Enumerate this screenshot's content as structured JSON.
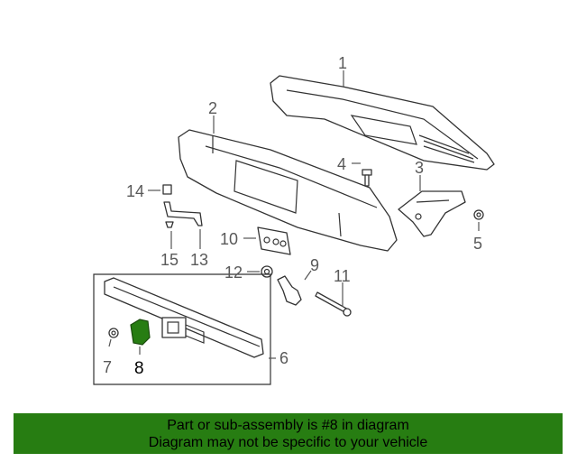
{
  "diagram": {
    "callouts": [
      "1",
      "2",
      "3",
      "4",
      "5",
      "6",
      "7",
      "8",
      "9",
      "10",
      "11",
      "12",
      "13",
      "14",
      "15"
    ],
    "highlighted_part": "8",
    "highlight_color": "#277d12"
  },
  "footer": {
    "line1": "Part or sub-assembly is #8 in diagram",
    "line2": "Diagram may not be specific to your vehicle",
    "background_color": "#277d12"
  }
}
